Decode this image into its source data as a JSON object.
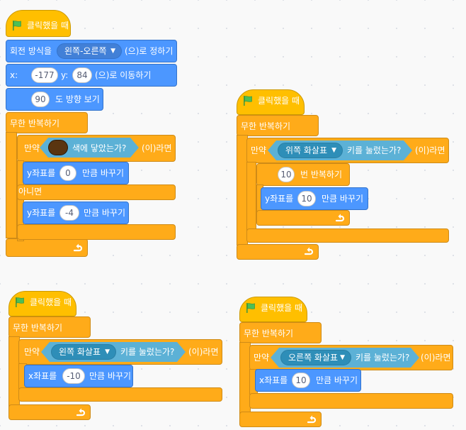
{
  "colors": {
    "control": "#ffab19",
    "events": "#ffbf00",
    "motion": "#4c97ff",
    "sensing": "#5cb1d6",
    "touching_color": "#5a3510"
  },
  "script1": {
    "hat": "클릭했을 때",
    "rot_prefix": "회전 방식을",
    "rot_value": "왼쪽-오른쪽",
    "rot_suffix": "(으)로 정하기",
    "goto_x_label": "x:",
    "goto_x": "-177",
    "goto_y_label": "y:",
    "goto_y": "84",
    "goto_suffix": "(으)로 이동하기",
    "dir_value": "90",
    "dir_label": "도 방향 보기",
    "forever": "무한 반복하기",
    "if": "만약",
    "touching_color": "색에 닿았는가?",
    "then": "(이)라면",
    "change_y1_label": "y좌표를",
    "change_y1": "0",
    "change_suffix": "만큼 바꾸기",
    "else": "아니면",
    "change_y2_label": "y좌표를",
    "change_y2": "-4",
    "change_suffix2": "만큼 바꾸기"
  },
  "script2": {
    "hat": "클릭했을 때",
    "forever": "무한 반복하기",
    "if": "만약",
    "key": "위쪽 화살표",
    "key_suffix": "키를 눌렀는가?",
    "then": "(이)라면",
    "repeat_value": "10",
    "repeat_label": "번 반복하기",
    "change_label": "y좌표를",
    "change_value": "10",
    "change_suffix": "만큼 바꾸기"
  },
  "script3": {
    "hat": "클릭했을 때",
    "forever": "무한 반복하기",
    "if": "만약",
    "key": "왼쪽 화살표",
    "key_suffix": "키를 눌렀는가?",
    "then": "(이)라면",
    "change_label": "x좌표를",
    "change_value": "-10",
    "change_suffix": "만큼 바꾸기"
  },
  "script4": {
    "hat": "클릭했을 때",
    "forever": "무한 반복하기",
    "if": "만약",
    "key": "오른쪽 화살표",
    "key_suffix": "키를 눌렀는가?",
    "then": "(이)라면",
    "change_label": "x좌표를",
    "change_value": "10",
    "change_suffix": "만큼 바꾸기"
  }
}
